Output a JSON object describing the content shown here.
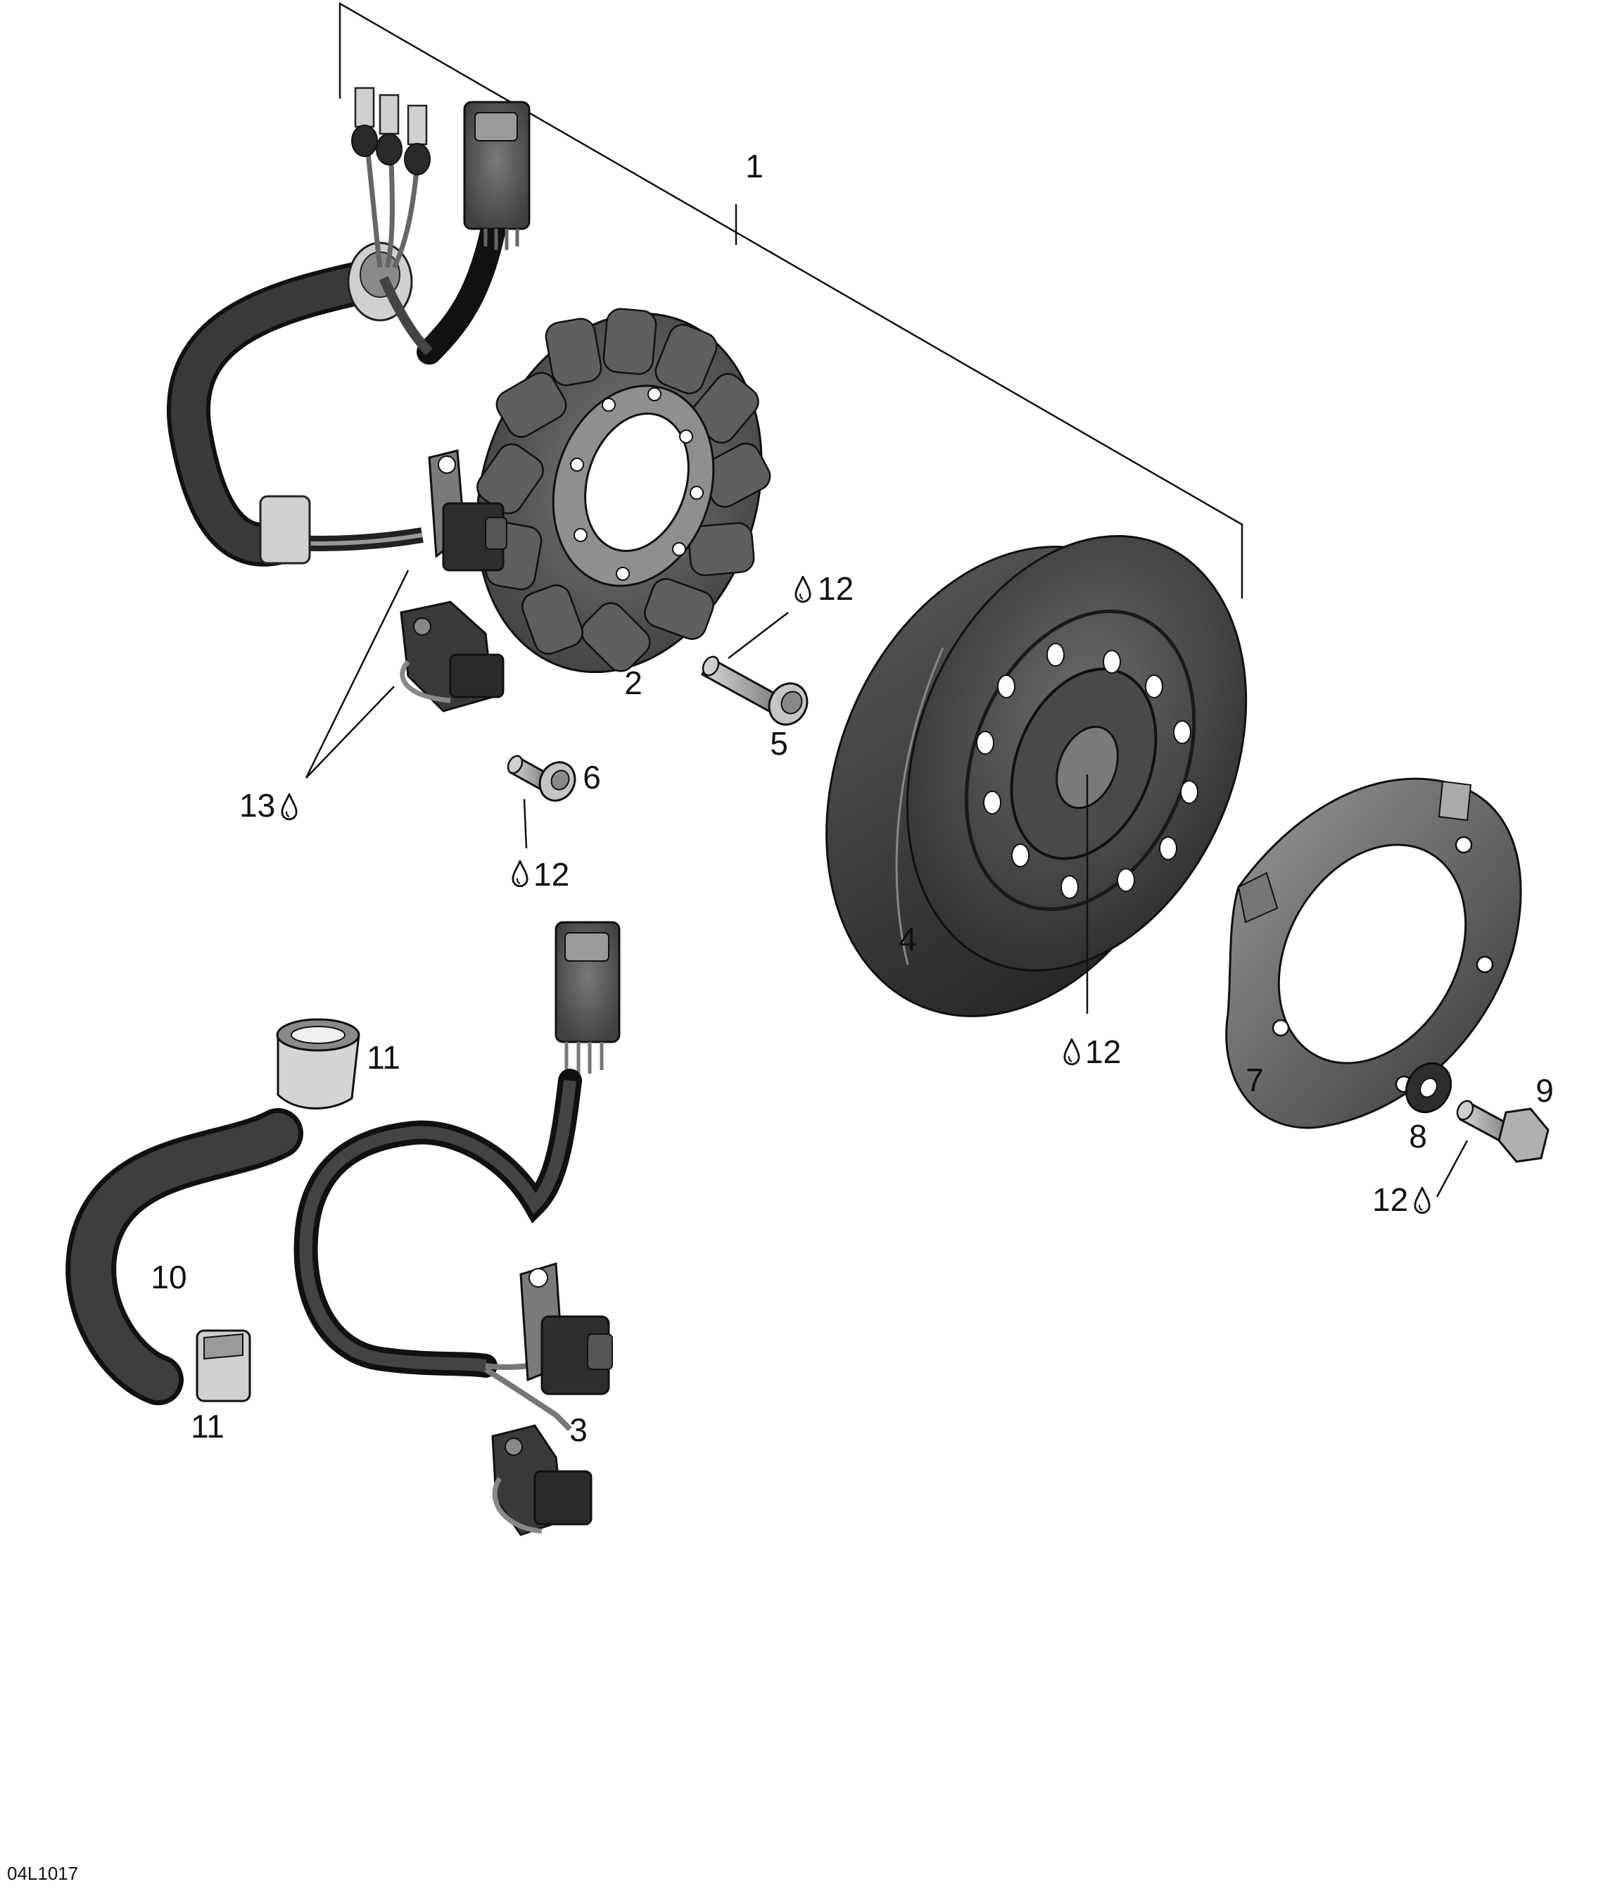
{
  "diagram": {
    "document_code": "04L1017",
    "callouts": [
      {
        "id": "c1",
        "text": "1"
      },
      {
        "id": "c2",
        "text": "2"
      },
      {
        "id": "c3",
        "text": "3"
      },
      {
        "id": "c4",
        "text": "4"
      },
      {
        "id": "c5",
        "text": "5"
      },
      {
        "id": "c6",
        "text": "6"
      },
      {
        "id": "c7",
        "text": "7"
      },
      {
        "id": "c8",
        "text": "8"
      },
      {
        "id": "c9",
        "text": "9"
      },
      {
        "id": "c10",
        "text": "10"
      },
      {
        "id": "c11a",
        "text": "11"
      },
      {
        "id": "c11b",
        "text": "11"
      },
      {
        "id": "c12a",
        "text": "12"
      },
      {
        "id": "c12b",
        "text": "12"
      },
      {
        "id": "c12c",
        "text": "12"
      },
      {
        "id": "c12d",
        "text": "12"
      },
      {
        "id": "c13",
        "text": "13"
      }
    ],
    "icons": {
      "lubricant": "oil-drop-icon"
    },
    "colors": {
      "line": "#111111",
      "part_dark": "#3a3a3a",
      "part_mid": "#6e6e6e",
      "part_light": "#b8b8b8",
      "background": "#ffffff"
    }
  }
}
